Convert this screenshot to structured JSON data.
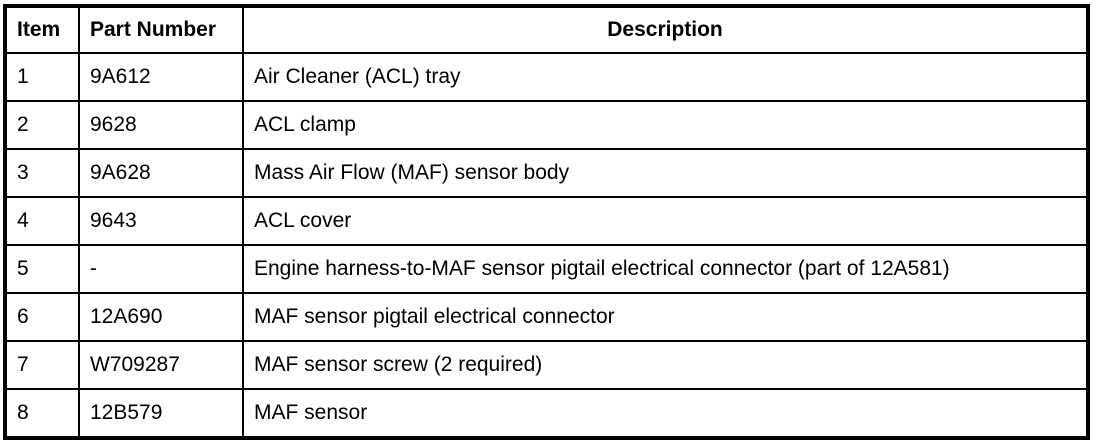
{
  "table": {
    "columns": [
      {
        "key": "item",
        "label": "Item"
      },
      {
        "key": "part_number",
        "label": "Part Number"
      },
      {
        "key": "description",
        "label": "Description"
      }
    ],
    "rows": [
      {
        "item": "1",
        "part_number": "9A612",
        "description": "Air Cleaner (ACL) tray"
      },
      {
        "item": "2",
        "part_number": "9628",
        "description": "ACL clamp"
      },
      {
        "item": "3",
        "part_number": "9A628",
        "description": "Mass Air Flow (MAF) sensor body"
      },
      {
        "item": "4",
        "part_number": "9643",
        "description": "ACL cover"
      },
      {
        "item": "5",
        "part_number": "-",
        "description": "Engine harness-to-MAF sensor pigtail electrical connector (part of 12A581)"
      },
      {
        "item": "6",
        "part_number": "12A690",
        "description": "MAF sensor pigtail electrical connector"
      },
      {
        "item": "7",
        "part_number": "W709287",
        "description": "MAF sensor screw (2 required)"
      },
      {
        "item": "8",
        "part_number": "12B579",
        "description": "MAF sensor"
      }
    ],
    "colors": {
      "border": "#000000",
      "text": "#000000",
      "background": "#ffffff"
    }
  }
}
